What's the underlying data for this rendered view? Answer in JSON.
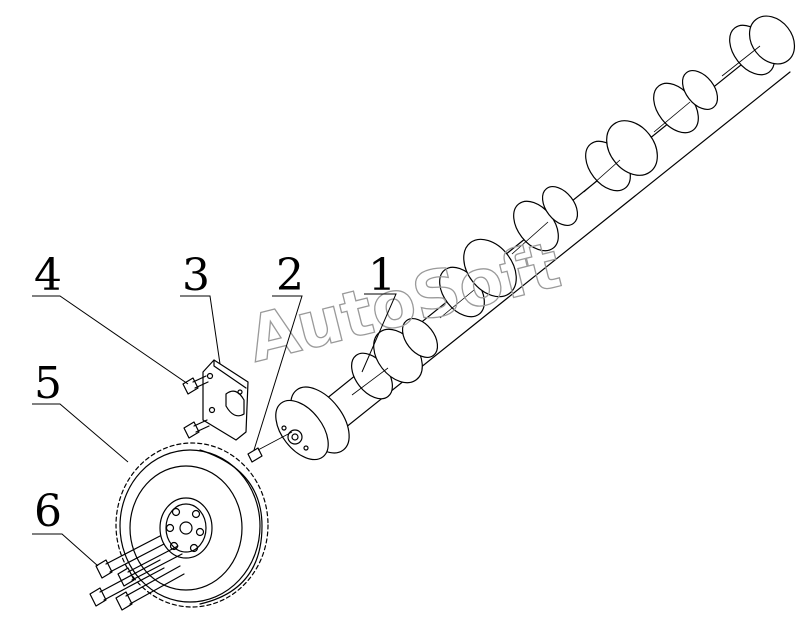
{
  "callouts": [
    {
      "id": "1",
      "label": "1"
    },
    {
      "id": "2",
      "label": "2"
    },
    {
      "id": "3",
      "label": "3"
    },
    {
      "id": "4",
      "label": "4"
    },
    {
      "id": "5",
      "label": "5"
    },
    {
      "id": "6",
      "label": "6"
    }
  ],
  "watermark": {
    "text": "AutoSoft"
  }
}
